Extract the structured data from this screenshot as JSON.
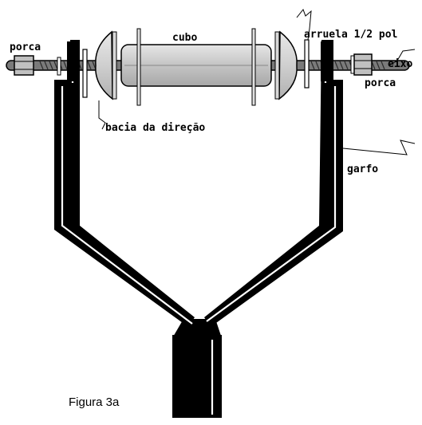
{
  "labels": {
    "porca_left": "porca",
    "cubo": "cubo",
    "arruela": "arruela 1/2 pol",
    "eixo": "eixo",
    "porca_right": "porca",
    "bacia": "bacia da direção",
    "garfo": "garfo"
  },
  "caption": "Figura 3a",
  "colors": {
    "fork": "#000000",
    "fork_highlight": "#ffffff",
    "hub": "#c0c0c0",
    "axle": "#808080",
    "cone": "#c8c8c8"
  }
}
